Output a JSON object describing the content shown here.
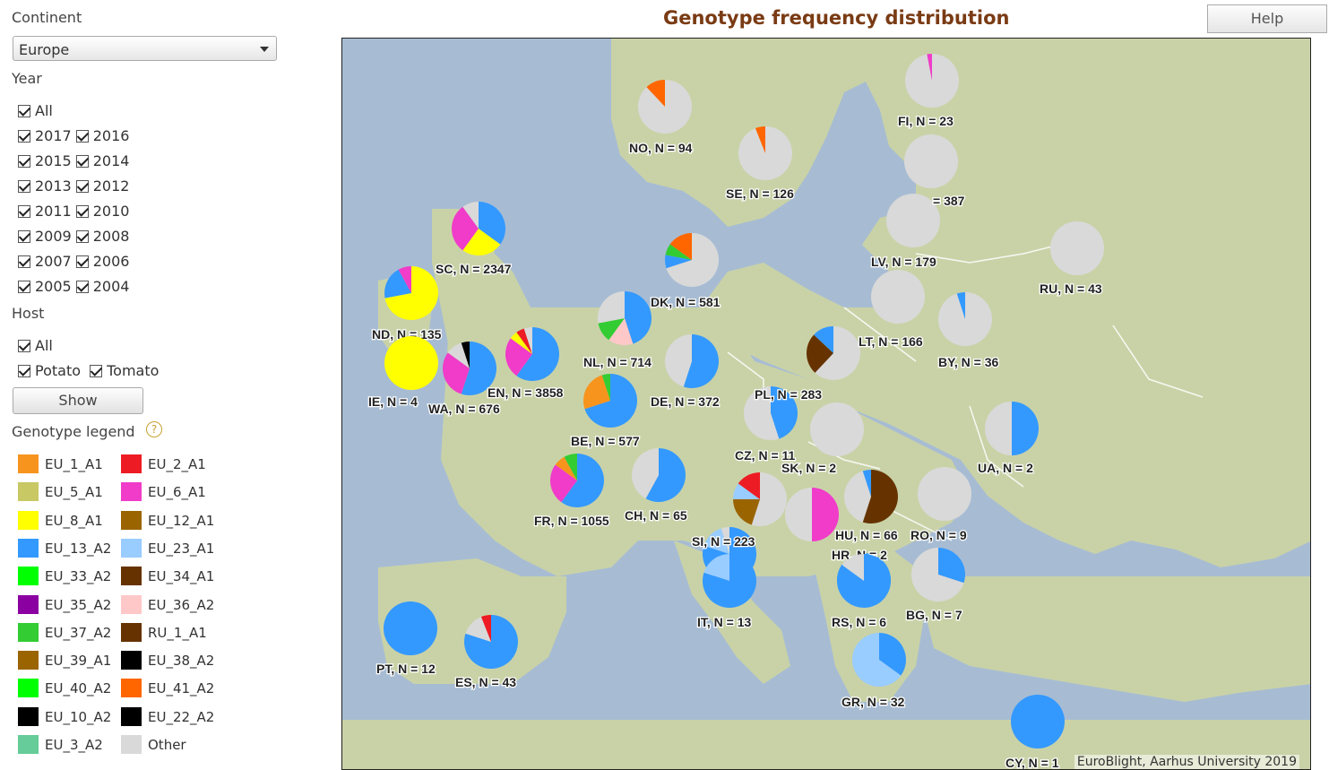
{
  "sidebar": {
    "continent_label": "Continent",
    "continent_value": "Europe",
    "year_label": "Year",
    "year_all": "All",
    "year_rows": [
      [
        "2017",
        "2016"
      ],
      [
        "2015",
        "2014"
      ],
      [
        "2013",
        "2012"
      ],
      [
        "2011",
        "2010"
      ],
      [
        "2009",
        "2008"
      ],
      [
        "2007",
        "2006"
      ],
      [
        "2005",
        "2004"
      ]
    ],
    "host_label": "Host",
    "host_all": "All",
    "host_potato": "Potato",
    "host_tomato": "Tomato",
    "show_label": "Show",
    "legend_label": "Genotype legend",
    "legend_help": "?"
  },
  "legend": [
    {
      "name": "EU_1_A1",
      "color": "#f7941d"
    },
    {
      "name": "EU_2_A1",
      "color": "#ed1c24"
    },
    {
      "name": "EU_5_A1",
      "color": "#c8c864"
    },
    {
      "name": "EU_6_A1",
      "color": "#f03cc8"
    },
    {
      "name": "EU_8_A1",
      "color": "#ffff00"
    },
    {
      "name": "EU_12_A1",
      "color": "#9a6400"
    },
    {
      "name": "EU_13_A2",
      "color": "#3399ff"
    },
    {
      "name": "EU_23_A1",
      "color": "#99ccff"
    },
    {
      "name": "EU_33_A2",
      "color": "#00ff00"
    },
    {
      "name": "EU_34_A1",
      "color": "#663300"
    },
    {
      "name": "EU_35_A2",
      "color": "#8b00a0"
    },
    {
      "name": "EU_36_A2",
      "color": "#ffc8c8"
    },
    {
      "name": "EU_37_A2",
      "color": "#33cc33"
    },
    {
      "name": "RU_1_A1",
      "color": "#663300"
    },
    {
      "name": "EU_39_A1",
      "color": "#9a6400"
    },
    {
      "name": "EU_38_A2",
      "color": "#000000"
    },
    {
      "name": "EU_40_A2",
      "color": "#00ff00"
    },
    {
      "name": "EU_41_A2",
      "color": "#ff6600"
    },
    {
      "name": "EU_10_A2",
      "color": "#000000"
    },
    {
      "name": "EU_22_A2",
      "color": "#000000"
    },
    {
      "name": "EU_3_A2",
      "color": "#66cc99"
    },
    {
      "name": "Other",
      "color": "#d9d9d9"
    }
  ],
  "header": {
    "title": "Genotype frequency distribution",
    "help_label": "Help"
  },
  "map": {
    "credit": "EuroBlight, Aarhus University 2019",
    "pies": [
      {
        "label": "NO, N = 94",
        "slices": [
          [
            "#d9d9d9",
            0.88
          ],
          [
            "#ff6600",
            0.12
          ]
        ]
      },
      {
        "label": "FI, N = 23",
        "slices": [
          [
            "#d9d9d9",
            0.97
          ],
          [
            "#f03cc8",
            0.03
          ]
        ]
      },
      {
        "label": "SE, N = 126",
        "slices": [
          [
            "#d9d9d9",
            0.94
          ],
          [
            "#ff6600",
            0.06
          ]
        ]
      },
      {
        "label": "",
        "slices": [
          [
            "#d9d9d9",
            1
          ]
        ]
      },
      {
        "label": "= 387",
        "slices": [
          [
            "#d9d9d9",
            1
          ]
        ]
      },
      {
        "label": "SC, N = 2347",
        "slices": [
          [
            "#3399ff",
            0.35
          ],
          [
            "#ffff00",
            0.25
          ],
          [
            "#f03cc8",
            0.3
          ],
          [
            "#d9d9d9",
            0.1
          ]
        ]
      },
      {
        "label": "LV, N = 179",
        "slices": [
          [
            "#d9d9d9",
            1
          ]
        ]
      },
      {
        "label": "RU, N = 43",
        "slices": [
          [
            "#d9d9d9",
            1
          ]
        ]
      },
      {
        "label": "DK, N = 581",
        "slices": [
          [
            "#d9d9d9",
            0.7
          ],
          [
            "#3399ff",
            0.08
          ],
          [
            "#33cc33",
            0.07
          ],
          [
            "#ff6600",
            0.15
          ]
        ]
      },
      {
        "label": "ND, N = 135",
        "slices": [
          [
            "#ffff00",
            0.72
          ],
          [
            "#3399ff",
            0.2
          ],
          [
            "#f03cc8",
            0.08
          ]
        ]
      },
      {
        "label": "NL, N = 714",
        "slices": [
          [
            "#3399ff",
            0.45
          ],
          [
            "#ffc8c8",
            0.15
          ],
          [
            "#33cc33",
            0.12
          ],
          [
            "#d9d9d9",
            0.28
          ]
        ]
      },
      {
        "label": "LT, N = 166",
        "slices": [
          [
            "#d9d9d9",
            0.62
          ],
          [
            "#663300",
            0.25
          ],
          [
            "#3399ff",
            0.13
          ]
        ]
      },
      {
        "label": "BY, N = 36",
        "slices": [
          [
            "#d9d9d9",
            0.95
          ],
          [
            "#3399ff",
            0.05
          ]
        ]
      },
      {
        "label": "IE, N = 4",
        "slices": [
          [
            "#ffff00",
            1
          ]
        ]
      },
      {
        "label": "WA, N = 676",
        "slices": [
          [
            "#3399ff",
            0.55
          ],
          [
            "#f03cc8",
            0.3
          ],
          [
            "#d9d9d9",
            0.1
          ],
          [
            "#000000",
            0.05
          ]
        ]
      },
      {
        "label": "EN, N = 3858",
        "slices": [
          [
            "#3399ff",
            0.6
          ],
          [
            "#f03cc8",
            0.25
          ],
          [
            "#ffff00",
            0.05
          ],
          [
            "#ed1c24",
            0.05
          ],
          [
            "#d9d9d9",
            0.05
          ]
        ]
      },
      {
        "label": "DE, N = 372",
        "slices": [
          [
            "#3399ff",
            0.55
          ],
          [
            "#d9d9d9",
            0.45
          ]
        ]
      },
      {
        "label": "PL, N = 283",
        "slices": [
          [
            "#3399ff",
            0.45
          ],
          [
            "#d9d9d9",
            0.55
          ]
        ]
      },
      {
        "label": "",
        "slices": [
          [
            "#d9d9d9",
            1
          ]
        ]
      },
      {
        "label": "UA, N = 2",
        "slices": [
          [
            "#3399ff",
            0.5
          ],
          [
            "#d9d9d9",
            0.5
          ]
        ]
      },
      {
        "label": "BE, N = 577",
        "slices": [
          [
            "#3399ff",
            0.7
          ],
          [
            "#f7941d",
            0.25
          ],
          [
            "#33cc33",
            0.05
          ]
        ]
      },
      {
        "label": "FR, N = 1055",
        "slices": [
          [
            "#3399ff",
            0.6
          ],
          [
            "#f03cc8",
            0.25
          ],
          [
            "#f7941d",
            0.07
          ],
          [
            "#33cc33",
            0.08
          ]
        ]
      },
      {
        "label": "CH, N = 65",
        "slices": [
          [
            "#3399ff",
            0.58
          ],
          [
            "#d9d9d9",
            0.42
          ]
        ]
      },
      {
        "label": "CZ, N = 11",
        "slices": [
          [
            "#d9d9d9",
            0.55
          ],
          [
            "#9a6400",
            0.2
          ],
          [
            "#99ccff",
            0.1
          ],
          [
            "#ed1c24",
            0.15
          ]
        ]
      },
      {
        "label": "SK, N = 2",
        "slices": [
          [
            "#f03cc8",
            0.5
          ],
          [
            "#d9d9d9",
            0.5
          ]
        ]
      },
      {
        "label": "HU, N = 66",
        "slices": [
          [
            "#663300",
            0.55
          ],
          [
            "#d9d9d9",
            0.4
          ],
          [
            "#3399ff",
            0.05
          ]
        ]
      },
      {
        "label": "RO, N = 9",
        "slices": [
          [
            "#d9d9d9",
            1
          ]
        ]
      },
      {
        "label": "SI, N = 223",
        "slices": [
          [
            "#3399ff",
            0.8
          ],
          [
            "#99ccff",
            0.15
          ],
          [
            "#d9d9d9",
            0.05
          ]
        ]
      },
      {
        "label": "HR, N = 2",
        "slices": [
          [
            "#3399ff",
            0.85
          ],
          [
            "#d9d9d9",
            0.15
          ]
        ]
      },
      {
        "label": "IT, N = 13",
        "slices": [
          [
            "#3399ff",
            0.8
          ],
          [
            "#99ccff",
            0.2
          ]
        ]
      },
      {
        "label": "RS, N = 6",
        "slices": [
          [
            "#3399ff",
            0.85
          ],
          [
            "#d9d9d9",
            0.15
          ]
        ]
      },
      {
        "label": "BG, N = 7",
        "slices": [
          [
            "#3399ff",
            0.3
          ],
          [
            "#d9d9d9",
            0.7
          ]
        ]
      },
      {
        "label": "PT, N = 12",
        "slices": [
          [
            "#3399ff",
            1
          ]
        ]
      },
      {
        "label": "ES, N = 43",
        "slices": [
          [
            "#3399ff",
            0.8
          ],
          [
            "#d9d9d9",
            0.14
          ],
          [
            "#ed1c24",
            0.06
          ]
        ]
      },
      {
        "label": "GR, N = 32",
        "slices": [
          [
            "#3399ff",
            0.35
          ],
          [
            "#99ccff",
            0.65
          ]
        ]
      },
      {
        "label": "CY, N = 1",
        "slices": [
          [
            "#3399ff",
            1
          ]
        ]
      }
    ]
  }
}
